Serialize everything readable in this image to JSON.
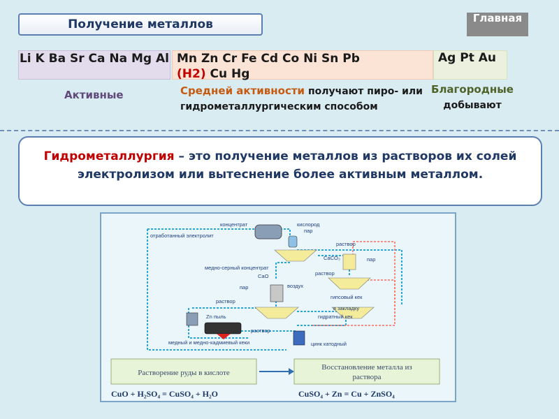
{
  "header": {
    "title": "Получение металлов",
    "home_label": "Главная"
  },
  "series_row": {
    "active": "Li K Ba Sr Ca Na Mg Al",
    "medium_line1": "Mn Zn Cr Fe Cd Co Ni Sn Pb",
    "medium_h2": "(H2)",
    "medium_rest": " Cu Hg",
    "noble": "Ag Pt Au"
  },
  "labels": {
    "active": "Активные",
    "medium_highlight": "Средней активности",
    "medium_text": " получают пиро- или гидрометаллургическим способом",
    "noble_highlight": "Благородные",
    "noble_text": "добывают"
  },
  "definition": {
    "term": "Гидрометаллургия",
    "text": " – это получение металлов из растворов их солей электролизом или вытеснение более активным металлом."
  },
  "diagram": {
    "labels": {
      "concentrate": "концентрат",
      "oxygen": "кислород",
      "steam1": "пар",
      "spent_electrolyte": "отработанный электролит",
      "solution1": "раствор",
      "caco3": "CaCO₃",
      "steam2": "пар",
      "cu_s_concentrate": "медно-серный концентрат",
      "solution2": "раствор",
      "cao": "CaO",
      "steam3": "пар",
      "air": "воздух",
      "gypsum_cake": "гипсовый кек",
      "solution3": "раствор",
      "to_backfill": "в закладку",
      "hydrate_cake": "гидратный кек",
      "zn_dust": "Zn пыль",
      "solution4": "раствор",
      "cd_cakes": "медный и медно-кадмиевый кеки",
      "cathode_zinc": "цинк катодный"
    },
    "box_left": "Растворение руды в кислоте",
    "box_right": "Восстановление металла из раствора",
    "eq_left": "CuO + H₂SO₄ = CuSO₄ + H₂O",
    "eq_right": "CuSO₄ + Zn = Cu + ZnSO₄"
  },
  "colors": {
    "accent": "#1f3864",
    "term": "#c00000",
    "flow": "#2aa7d6",
    "steam": "#ff6a5a"
  }
}
